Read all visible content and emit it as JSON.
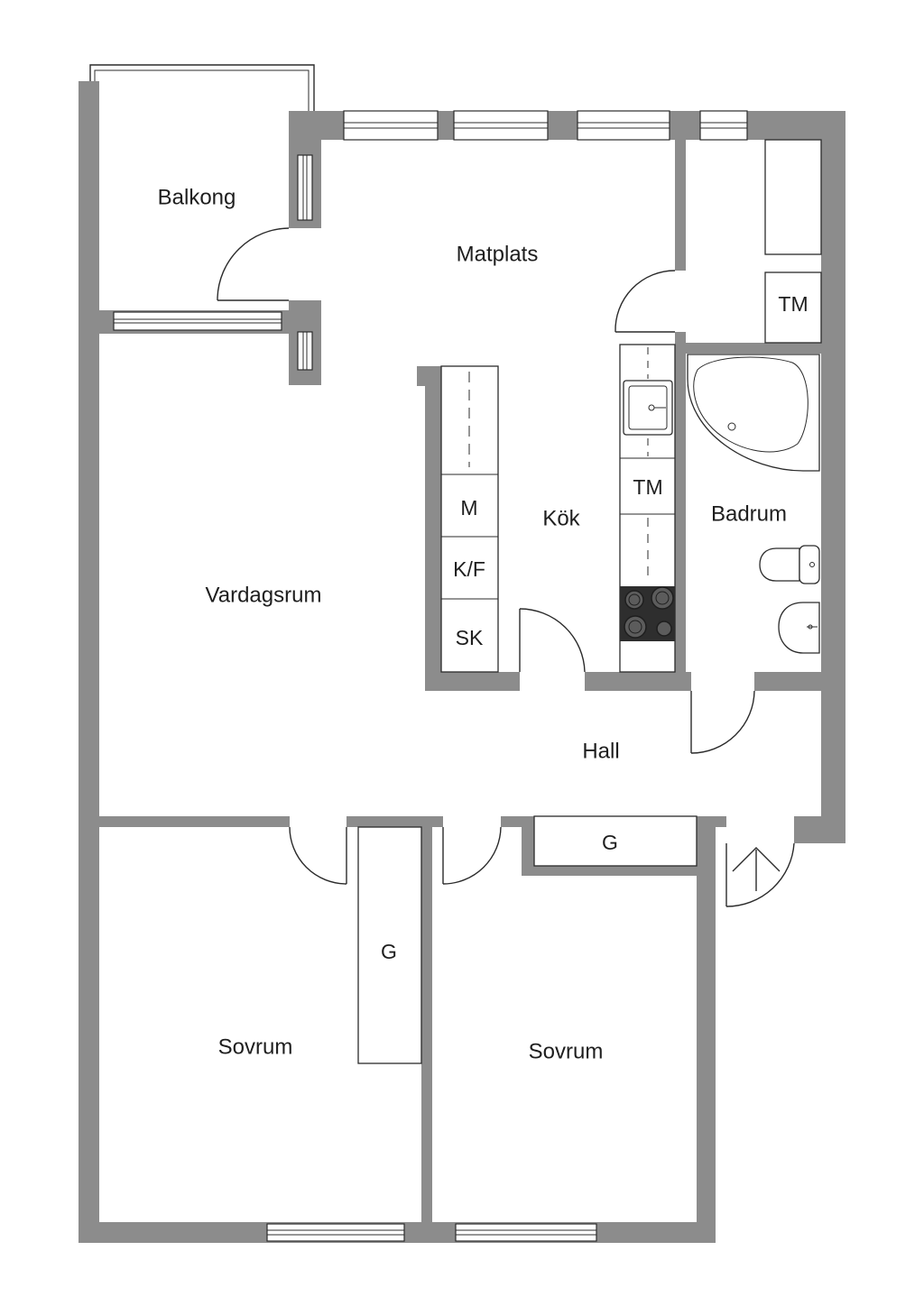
{
  "rooms": {
    "balkong": "Balkong",
    "matplats": "Matplats",
    "vardagsrum": "Vardagsrum",
    "kok": "Kök",
    "badrum": "Badrum",
    "hall": "Hall",
    "sovrum_left": "Sovrum",
    "sovrum_right": "Sovrum"
  },
  "fixtures": {
    "tm_top": "TM",
    "tm_kitchen": "TM",
    "microwave": "M",
    "fridge_freezer": "K/F",
    "cabinet": "SK",
    "wardrobe_hall": "G",
    "wardrobe_bedroom": "G"
  }
}
